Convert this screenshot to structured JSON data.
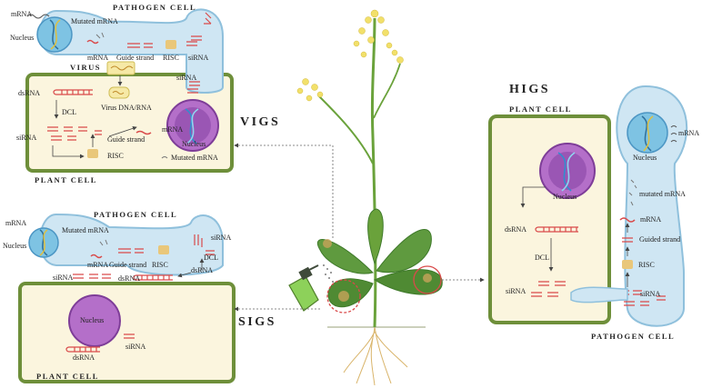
{
  "colors": {
    "pathogen_fill": "#cfe6f3",
    "pathogen_stroke": "#8fc0dc",
    "plant_fill": "#fbf5de",
    "plant_stroke": "#6e8f3a",
    "nucleus_fill": "#b46fc9",
    "rna_red": "#d94a4a",
    "risc_tan": "#e9c77a",
    "leaf_green": "#5f9a3f"
  },
  "labels": {
    "vigs": "VIGS",
    "higs": "HIGS",
    "sigs": "SIGS",
    "pathogen_cell": "PATHOGEN CELL",
    "plant_cell": "PLANT CELL",
    "virus": "VIRUS",
    "mrna": "mRNA",
    "nucleus": "Nucleus",
    "mutated_mrna": "Mutated mRNA",
    "mutated_mrna_lower": "mutated mRNA",
    "guide_strand": "Guide strand",
    "guided_strand": "Guided strand",
    "risc": "RISC",
    "sirna": "siRNA",
    "dsrna": "dsRNA",
    "dcl": "DCL",
    "virus_dna_rna": "Virus DNA/RNA"
  }
}
